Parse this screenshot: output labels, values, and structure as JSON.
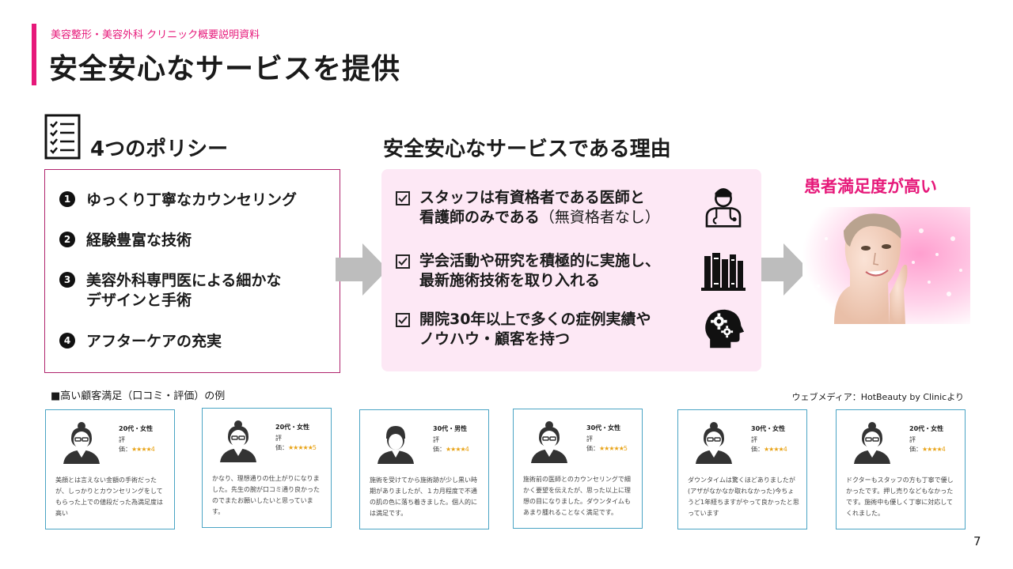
{
  "header": {
    "subtitle": "美容整形・美容外科 クリニック概要説明資料",
    "title": "安全安心なサービスを提供"
  },
  "policies": {
    "heading": "4つのポリシー",
    "items": [
      {
        "number": "1",
        "text": "ゆっくり丁寧なカウンセリング"
      },
      {
        "number": "2",
        "text": "経験豊富な技術"
      },
      {
        "number": "3",
        "text": "美容外科専門医による細かな",
        "text_line2": "デザインと手術"
      },
      {
        "number": "4",
        "text": "アフターケアの充実"
      }
    ]
  },
  "reasons": {
    "heading": "安全安心なサービスである理由",
    "items": [
      {
        "line1": "スタッフは有資格者である医師と",
        "line2_bold": "看護師のみである",
        "line2_normal": "（無資格者なし）",
        "icon": "doctor-icon"
      },
      {
        "line1": "学会活動や研究を積極的に実施し、",
        "line2_bold": "最新施術技術を取り入れる",
        "line2_normal": "",
        "icon": "books-icon"
      },
      {
        "line1": "開院30年以上で多くの症例実績や",
        "line2_bold": "ノウハウ・顧客を持つ",
        "line2_normal": "",
        "icon": "head-gears-icon"
      }
    ]
  },
  "satisfaction": {
    "label": "患者満足度が高い"
  },
  "reviews": {
    "heading": "■高い顧客満足（口コミ・評価）の例",
    "source": "ウェブメディア：HotBeauty by Clinicより",
    "cards": [
      {
        "demographic": "20代・女性",
        "label1": "評",
        "label2": "価：",
        "stars": "★★★★",
        "score": "4",
        "gender": "female",
        "comment": "美顔とは言えない金額の手術だったが、しっかりとカウンセリングをしてもらった上での値段だった為満足度は高い"
      },
      {
        "demographic": "20代・女性",
        "label1": "評",
        "label2": "価：",
        "stars": "★★★★★",
        "score": "5",
        "gender": "female",
        "comment": "かなり、理想通りの仕上がりになりました。先生の腕が口コミ通り良かったのでまたお願いしたいと思っています。"
      },
      {
        "demographic": "30代・男性",
        "label1": "評",
        "label2": "価：",
        "stars": "★★★★",
        "score": "4",
        "gender": "male",
        "comment": "施術を受けてから施術跡が少し黒い時期がありましたが、１カ月程度で不通の肌の色に落ち着きました。個人的には満足です。"
      },
      {
        "demographic": "30代・女性",
        "label1": "評",
        "label2": "価：",
        "stars": "★★★★★",
        "score": "5",
        "gender": "female",
        "comment": "施術前の医師とのカウンセリングで細かく要望を伝えたが、思った以上に理想の目になりました。ダウンタイムもあまり腫れることなく満足です。"
      },
      {
        "demographic": "30代・女性",
        "label1": "評",
        "label2": "価：",
        "stars": "★★★★",
        "score": "4",
        "gender": "female",
        "comment": "ダウンタイムは驚くほどありましたが(アザがなかなか取れなかった)今ちょうど1年経ちますがやって良かったと思っています"
      },
      {
        "demographic": "20代・女性",
        "label1": "評",
        "label2": "価：",
        "stars": "★★★★",
        "score": "4",
        "gender": "female",
        "comment": "ドクターもスタッフの方も丁寧で優しかったです。押し売りなどもなかったです。施術中も優しく丁寧に対応してくれました。"
      }
    ]
  },
  "page_number": "7",
  "colors": {
    "accent": "#e6197a",
    "reason_bg": "#fde8f5",
    "card_border": "#4aa4c4",
    "star": "#e8a317",
    "arrow": "#bdbdbd"
  }
}
